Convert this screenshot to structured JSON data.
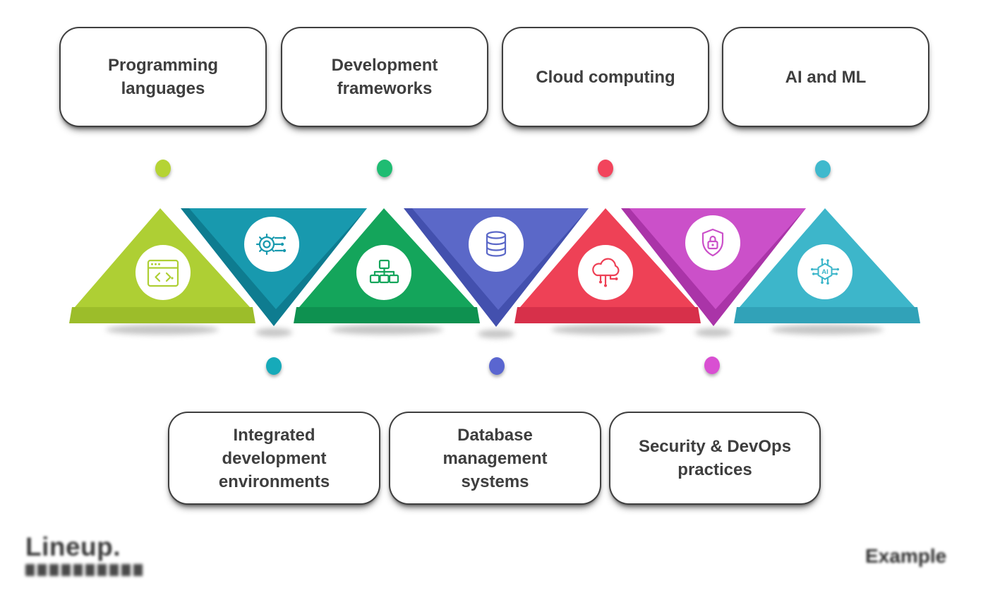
{
  "background": "#ffffff",
  "text_color": "#3e3e3e",
  "top_labels": [
    {
      "lines": [
        "Programming",
        "languages"
      ],
      "dot_color": "#b5d334"
    },
    {
      "lines": [
        "Development",
        "frameworks"
      ],
      "dot_color": "#1fbc72"
    },
    {
      "lines": [
        "Cloud computing"
      ],
      "dot_color": "#f2445c"
    },
    {
      "lines": [
        "AI and ML"
      ],
      "dot_color": "#3fb9cd"
    }
  ],
  "bottom_labels": [
    {
      "lines": [
        "Integrated",
        "development",
        "environments"
      ],
      "dot_color": "#16aab9"
    },
    {
      "lines": [
        "Database",
        "management",
        "systems"
      ],
      "dot_color": "#5a66d0"
    },
    {
      "lines": [
        "Security & DevOps",
        "practices"
      ],
      "dot_color": "#d94fd2"
    }
  ],
  "triangles": [
    {
      "name": "programming-languages",
      "direction": "up",
      "color": "#aecf34",
      "shade": "#9cbd2a",
      "icon": "browser-code"
    },
    {
      "name": "integrated-development-environments",
      "direction": "down",
      "color": "#1899ae",
      "shade": "#0e7c90",
      "icon": "gear-circuit"
    },
    {
      "name": "development-frameworks",
      "direction": "up",
      "color": "#14a55b",
      "shade": "#0e9150",
      "icon": "sitemap"
    },
    {
      "name": "database-management-systems",
      "direction": "down",
      "color": "#5b68c8",
      "shade": "#4350ae",
      "icon": "database"
    },
    {
      "name": "cloud-computing",
      "direction": "up",
      "color": "#ee4156",
      "shade": "#d7304a",
      "icon": "cloud-circuit"
    },
    {
      "name": "security-devops-practices",
      "direction": "down",
      "color": "#cb50c9",
      "shade": "#aa34a8",
      "icon": "shield-lock"
    },
    {
      "name": "ai-and-ml",
      "direction": "up",
      "color": "#3db6ca",
      "shade": "#31a2b8",
      "icon": "ai-chip",
      "icon_text": "AI"
    }
  ],
  "watermark": {
    "logo_text": "Lineup.",
    "brand_text": "Example"
  }
}
